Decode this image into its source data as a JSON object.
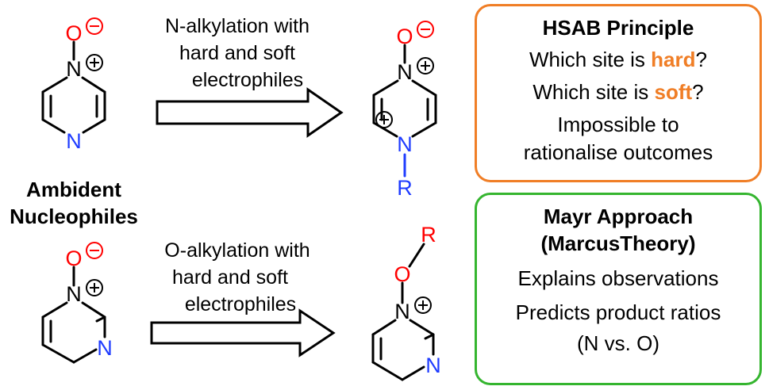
{
  "colors": {
    "oxygen": "#ff0000",
    "nitrogen": "#1f3cff",
    "orange": "#f07e26",
    "green": "#35b52f",
    "bond": "#000000"
  },
  "atoms": {
    "O": "O",
    "N": "N",
    "R": "R",
    "minus": "−",
    "plus": "+"
  },
  "label": {
    "line1": "Ambident",
    "line2": "Nucleophiles"
  },
  "arrow_top": {
    "line1": "N-alkylation with",
    "line2": "hard and soft",
    "line3": "electrophiles"
  },
  "arrow_bottom": {
    "line1": "O-alkylation with",
    "line2": "hard and soft",
    "line3": "electrophiles"
  },
  "hsab": {
    "title": "HSAB Principle",
    "q1_pre": "Which site is ",
    "q1_hl": "hard",
    "q1_post": "?",
    "q2_pre": "Which site is ",
    "q2_hl": "soft",
    "q2_post": "?",
    "line3": "Impossible to",
    "line4": "rationalise outcomes"
  },
  "mayr": {
    "title1": "Mayr Approach",
    "title2": "(MarcusTheory)",
    "line1": "Explains observations",
    "line2": "Predicts product ratios",
    "line3": "(N vs. O)"
  }
}
